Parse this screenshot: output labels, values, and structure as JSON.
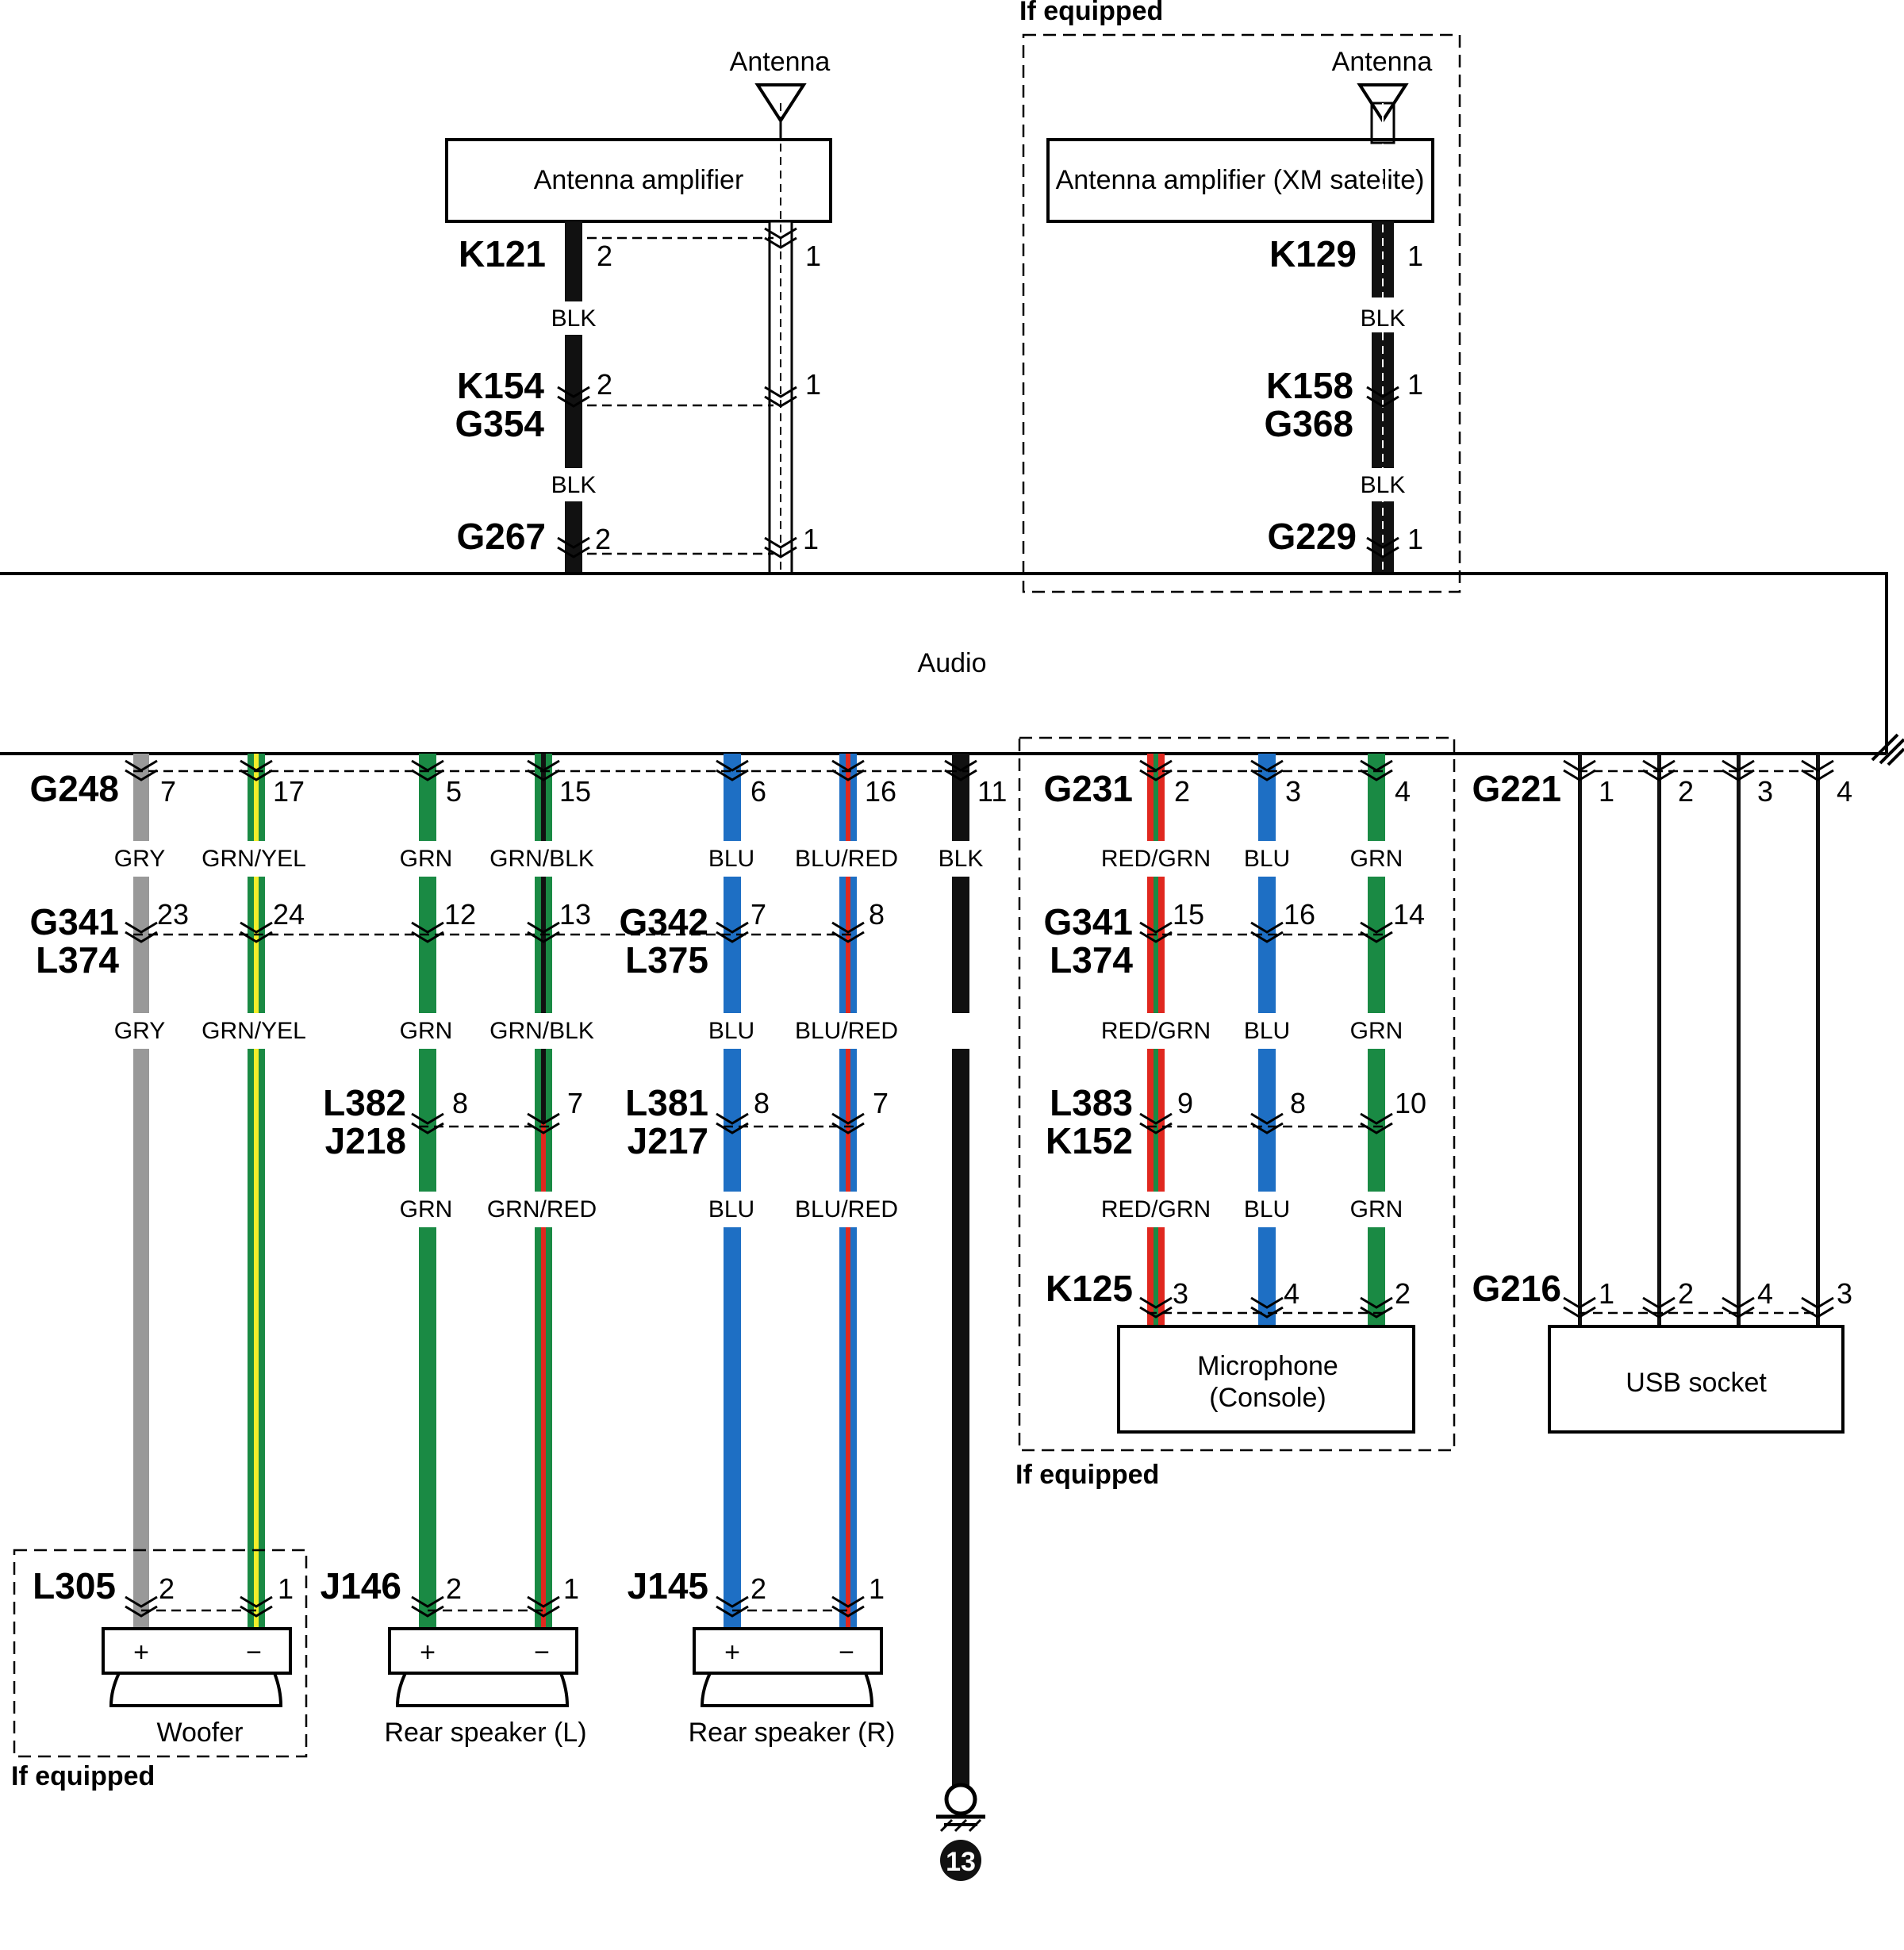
{
  "antennas": [
    {
      "label": "Antenna",
      "amplifier": "Antenna amplifier",
      "connectors": [
        "K121",
        "K154",
        "G354",
        "G267"
      ],
      "pins_wire": "2",
      "pins_coax": "1",
      "wire_color": "BLK"
    },
    {
      "label": "Antenna",
      "amplifier": "Antenna amplifier (XM satelite)",
      "connectors": [
        "K129",
        "K158",
        "G368",
        "G229"
      ],
      "pins_coax": "1",
      "wire_color": "BLK"
    }
  ],
  "main_unit": "Audio",
  "if_equipped": "If equipped",
  "connectors": {
    "G248": "G248",
    "G341": "G341",
    "L374": "L374",
    "G342": "G342",
    "L375": "L375",
    "L382": "L382",
    "J218": "J218",
    "L381": "L381",
    "J217": "J217",
    "G231": "G231",
    "L383": "L383",
    "K152": "K152",
    "K125": "K125",
    "G221": "G221",
    "G216": "G216",
    "L305": "L305",
    "J146": "J146",
    "J145": "J145"
  },
  "colors": {
    "GRY": "#999999",
    "GRN": "#1a8a44",
    "YEL": "#f2ee2a",
    "BLK": "#111111",
    "BLU": "#1e6fc4",
    "RED": "#e0281f",
    "WHITE": "#ffffff"
  },
  "wires": [
    {
      "color": "GRY",
      "pins": [
        "7",
        "23",
        "2"
      ]
    },
    {
      "color": "GRN/YEL",
      "pins": [
        "17",
        "24",
        "1"
      ]
    },
    {
      "color": "GRN",
      "pins": [
        "5",
        "12",
        "8",
        "2"
      ],
      "color_lower": "GRN"
    },
    {
      "color": "GRN/BLK",
      "pins": [
        "15",
        "13",
        "7",
        "1"
      ],
      "color_lower": "GRN/RED"
    },
    {
      "color": "BLU",
      "pins": [
        "6",
        "7",
        "8",
        "2"
      ],
      "color_lower": "BLU"
    },
    {
      "color": "BLU/RED",
      "pins": [
        "16",
        "8",
        "7",
        "1"
      ],
      "color_lower": "BLU/RED"
    },
    {
      "color": "BLK",
      "pins": [
        "11"
      ]
    },
    {
      "color": "RED/GRN",
      "pins": [
        "2",
        "15",
        "9",
        "3"
      ]
    },
    {
      "color": "BLU",
      "pins": [
        "3",
        "16",
        "8",
        "4"
      ]
    },
    {
      "color": "GRN",
      "pins": [
        "4",
        "14",
        "10",
        "2"
      ]
    }
  ],
  "usb_pins_top": [
    "1",
    "2",
    "3",
    "4"
  ],
  "usb_pins_bottom": [
    "1",
    "2",
    "4",
    "3"
  ],
  "devices": {
    "woofer": "Woofer",
    "rear_l": "Rear speaker (L)",
    "rear_r": "Rear speaker (R)",
    "mic_line1": "Microphone",
    "mic_line2": "(Console)",
    "usb": "USB socket",
    "plus": "+",
    "minus": "−"
  },
  "ground_number": "13"
}
